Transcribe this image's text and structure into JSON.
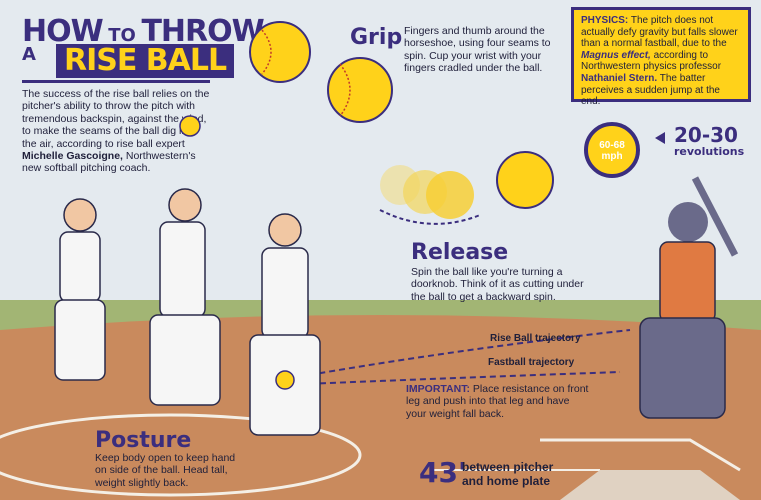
{
  "title": {
    "how": "HOW",
    "to": "TO",
    "throw": "THROW",
    "a": "A",
    "rise_ball": "RISE BALL"
  },
  "intro": {
    "text": "The success of the rise ball relies on the pitcher's ability to throw the pitch with tremendous backspin, against the wind, to make the seams of the ball dig into the air, according to rise ball expert",
    "expert_name": "Michelle Gascoigne,",
    "expert_role": "Northwestern's new softball pitching coach."
  },
  "grip": {
    "heading": "Grip",
    "text": "Fingers and thumb around the horseshoe, using four seams to spin. Cup your wrist with your fingers cradled under the ball."
  },
  "physics": {
    "label": "PHYSICS:",
    "text1": "The pitch does not actually defy gravity but falls slower than a normal fastball, due to the",
    "effect": "Magnus effect,",
    "text2": "according to Northwestern physics professor",
    "professor": "Nathaniel Stern.",
    "text3": "The batter perceives a sudden jump at the end."
  },
  "speed": {
    "value": "60-68",
    "unit": "mph"
  },
  "revolutions": {
    "value": "20-30",
    "label": "revolutions"
  },
  "release": {
    "heading": "Release",
    "text": "Spin the ball like you're turning a doorknob. Think of it as cutting under the ball to get a backward spin."
  },
  "trajectories": {
    "rise": "Rise Ball trajectory",
    "fastball": "Fastball trajectory"
  },
  "important": {
    "label": "IMPORTANT:",
    "text": "Place resistance on front leg and push into that leg and have your weight fall back."
  },
  "posture": {
    "heading": "Posture",
    "text": "Keep body open to keep hand on side of the ball. Head tall, weight slightly back."
  },
  "distance": {
    "value": "43'",
    "label_line1": "between pitcher",
    "label_line2": "and home plate"
  },
  "colors": {
    "navy": "#3b2e7e",
    "yellow": "#ffd21a",
    "field_green": "#8fa860",
    "dirt": "#c9875a",
    "sky": "#dfe6ec"
  }
}
